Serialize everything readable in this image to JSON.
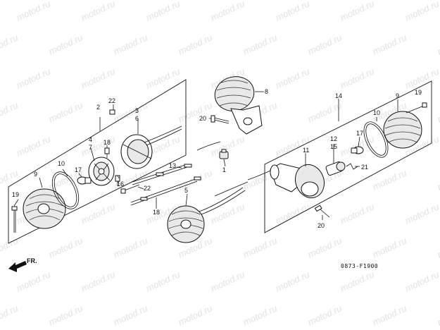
{
  "watermark": {
    "text": "motod.ru"
  },
  "callouts": {
    "left_2": "2",
    "left_22_top": "22",
    "left_3": "3",
    "left_6": "6",
    "left_4": "4",
    "left_7": "7",
    "left_18_top": "18",
    "left_10": "10",
    "left_17": "17",
    "left_16": "16",
    "left_9": "9",
    "left_19": "19",
    "left_22_bot": "22",
    "center_13": "13",
    "center_1": "1",
    "center_5": "5",
    "center_18": "18",
    "top_8": "8",
    "top_20": "20",
    "right_14": "14",
    "right_9": "9",
    "right_19": "19",
    "right_10": "10",
    "right_17": "17",
    "right_12": "12",
    "right_15": "15",
    "right_11": "11",
    "right_21": "21",
    "right_20": "20"
  },
  "direction_label": "FR.",
  "figure_code": "0873-F1900"
}
